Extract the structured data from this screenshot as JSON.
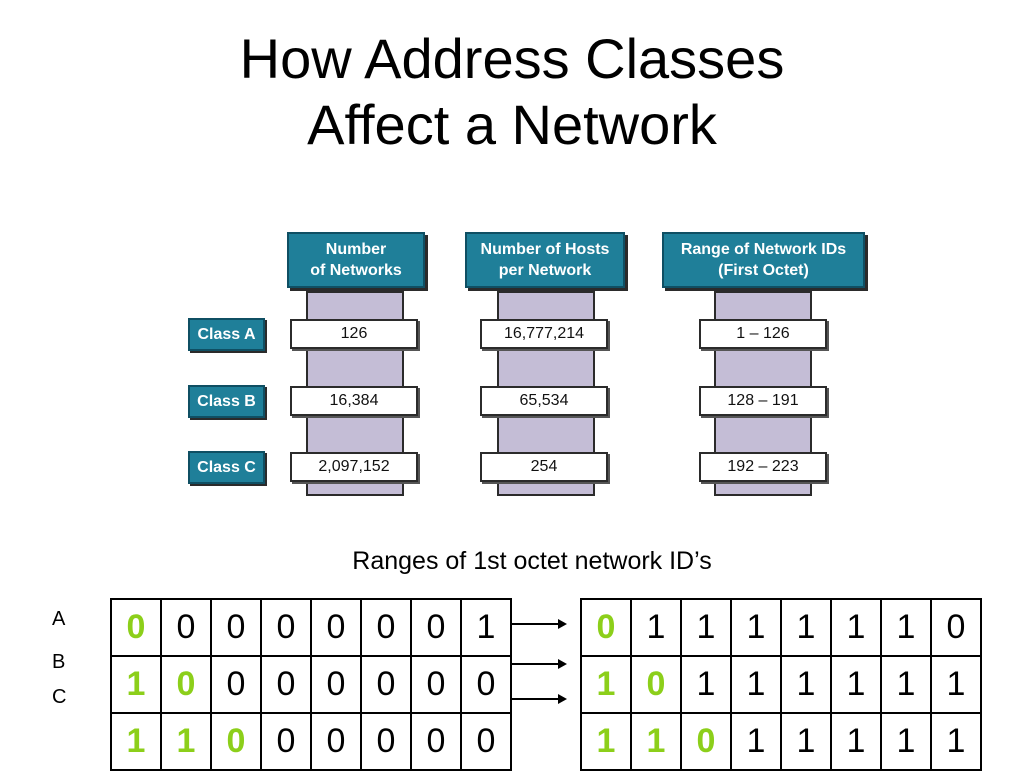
{
  "title": {
    "line1": "How Address Classes",
    "line2": "Affect a Network"
  },
  "diagram": {
    "columns": [
      {
        "header1": "Number",
        "header2": "of Networks",
        "values": [
          "126",
          "16,384",
          "2,097,152"
        ]
      },
      {
        "header1": "Number of Hosts",
        "header2": "per Network",
        "values": [
          "16,777,214",
          "65,534",
          "254"
        ]
      },
      {
        "header1": "Range of Network IDs",
        "header2": "(First Octet)",
        "values": [
          "1 – 126",
          "128 – 191",
          "192 – 223"
        ]
      }
    ],
    "classes": [
      "Class A",
      "Class B",
      "Class C"
    ],
    "colors": {
      "header_bg": "#1f7f99",
      "bar_bg": "#c4bdd6",
      "highlight_bits": "#8ccf1a"
    }
  },
  "octets": {
    "caption": "Ranges of 1st octet network ID’s",
    "row_labels": [
      "A",
      "B",
      "C"
    ],
    "start": [
      [
        "0",
        "0",
        "0",
        "0",
        "0",
        "0",
        "0",
        "1"
      ],
      [
        "1",
        "0",
        "0",
        "0",
        "0",
        "0",
        "0",
        "0"
      ],
      [
        "1",
        "1",
        "0",
        "0",
        "0",
        "0",
        "0",
        "0"
      ]
    ],
    "end": [
      [
        "0",
        "1",
        "1",
        "1",
        "1",
        "1",
        "1",
        "0"
      ],
      [
        "1",
        "0",
        "1",
        "1",
        "1",
        "1",
        "1",
        "1"
      ],
      [
        "1",
        "1",
        "0",
        "1",
        "1",
        "1",
        "1",
        "1"
      ]
    ]
  }
}
